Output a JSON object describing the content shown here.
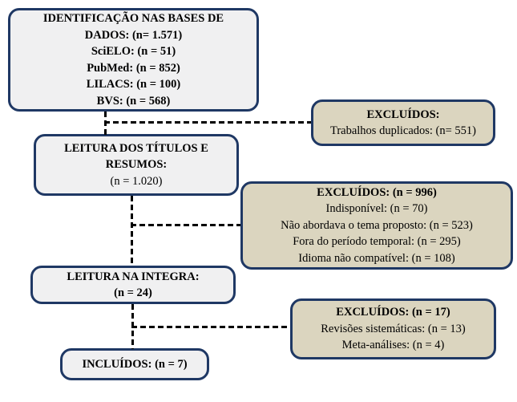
{
  "colors": {
    "box_border": "#1f3864",
    "process_box_fill": "#f0f0f1",
    "excluded_box_fill": "#dbd5bf",
    "connector": "#000000",
    "text": "#000000"
  },
  "boxes": {
    "identificacao": {
      "lines": [
        "IDENTIFICAÇÃO NAS BASES DE",
        "DADOS: (n= 1.571)",
        "SciELO: (n = 51)",
        "PubMed: (n = 852)",
        "LILACS: (n = 100)",
        "BVS: (n = 568)"
      ]
    },
    "leitura_titulos": {
      "bold_lines": [
        "LEITURA DOS TÍTULOS E",
        "RESUMOS:"
      ],
      "normal_line": "(n = 1.020)"
    },
    "leitura_integra": {
      "bold_lines": [
        "LEITURA NA INTEGRA:",
        "(n = 24)"
      ]
    },
    "incluidos": {
      "label": "INCLUÍDOS: (n = 7)"
    },
    "excluidos_1": {
      "title": "EXCLUÍDOS:",
      "items": [
        "Trabalhos duplicados: (n= 551)"
      ]
    },
    "excluidos_2": {
      "title": "EXCLUÍDOS: (n = 996)",
      "items": [
        "Indisponível: (n = 70)",
        "Não abordava o tema proposto: (n = 523)",
        "Fora do período temporal: (n = 295)",
        "Idioma não compatível: (n = 108)"
      ]
    },
    "excluidos_3": {
      "title": "EXCLUÍDOS: (n = 17)",
      "items": [
        "Revisões sistemáticas: (n = 13)",
        "Meta-análises: (n = 4)"
      ]
    }
  }
}
